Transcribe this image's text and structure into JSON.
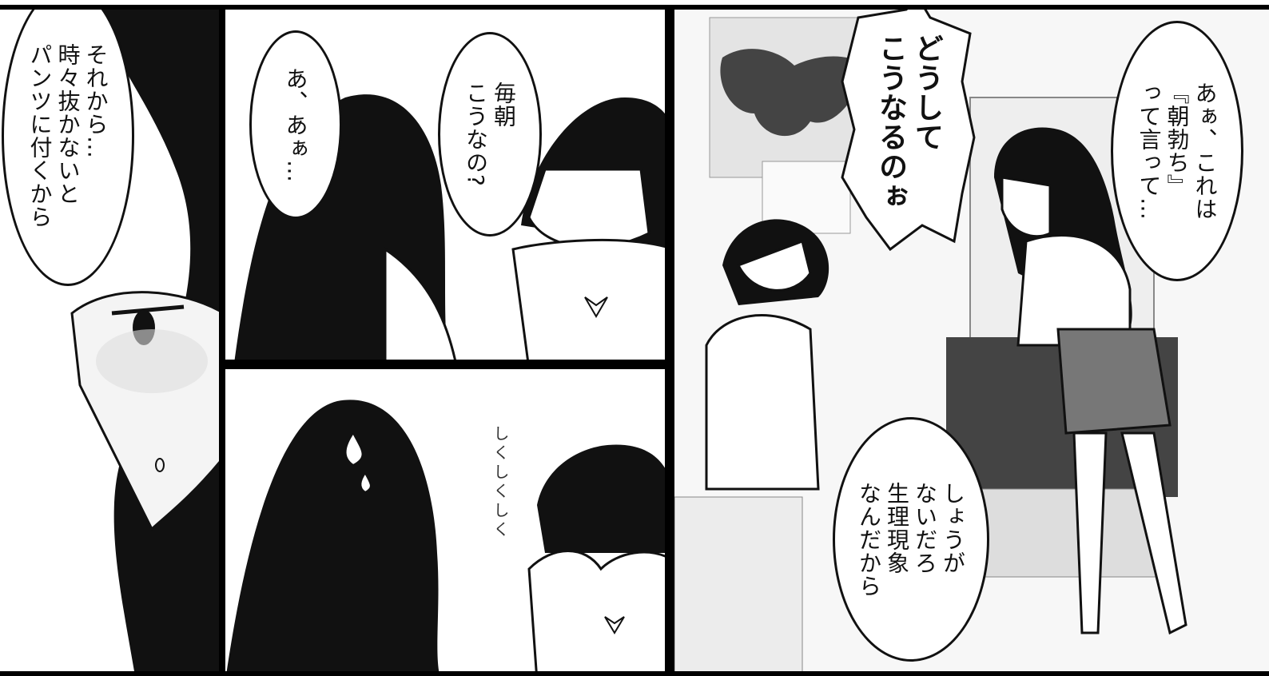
{
  "panels": {
    "p1": {
      "bubble": "それから…\n時々抜かないと\nパンツに付くから"
    },
    "p2": {
      "bubble_left": "あ、あぁ…",
      "bubble_right": "毎朝\nこうなの?"
    },
    "p3": {
      "sfx": "しくしくしく"
    },
    "p4": {
      "shout": "どうして\nこうなるのぉ",
      "bubble_top": "あぁ、これは\n『朝勃ち』\nって言って…",
      "bubble_bottom": "しょうが\nないだろ\n生理現象\nなんだから"
    }
  }
}
